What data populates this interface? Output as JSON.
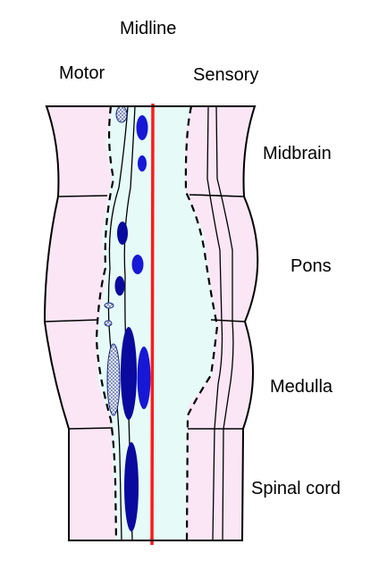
{
  "labels": {
    "midline": "Midline",
    "motor": "Motor",
    "sensory": "Sensory",
    "midbrain": "Midbrain",
    "pons": "Pons",
    "medulla": "Medulla",
    "spinal_cord": "Spinal cord"
  },
  "colors": {
    "outer_fill": "#fbe6f6",
    "inner_fill": "#e6fbf8",
    "outline": "#000000",
    "midline": "#ff1a1a",
    "nucleus_dark": "#0a0a9e",
    "nucleus_bright": "#1717d6",
    "dotted_fill": "#c8d4ef"
  },
  "structure": {
    "regions": [
      "Midbrain",
      "Pons",
      "Medulla",
      "Spinal cord"
    ],
    "dashed_boundaries": 2,
    "midline_style": "solid red vertical line",
    "nuclei_style": "filled blue ovals on motor side; dotted ovals at motor edge"
  }
}
